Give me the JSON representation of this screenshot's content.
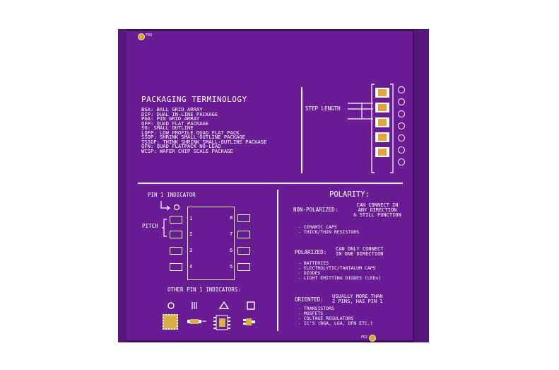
{
  "fiducials": {
    "top": "FD3",
    "bottom": "FD2"
  },
  "packaging": {
    "title": "PACKAGING TERMINOLOGY",
    "lines": [
      "BGA: BALL GRID ARRAY",
      "DIP: DUAL IN-LINE PACKAGE",
      "PGA: PIN GRID ARRAY",
      "QFP: QUAD FLAT PACKAGE",
      "SO: SMALL OUTLINE",
      "LQFP: LOW PROFILE QUAD FLAT PACK",
      "SSOP: SHRINK SMALL-OUTLINE PACKAGE",
      "TSSOP: THINK SHRINK SMALL-OUTLINE PACKAGE",
      "QFN: QUAD FLATPACK NO-LEAD",
      "WCSP: WAFER CHIP SCALE PACKAGE"
    ]
  },
  "step": {
    "label": "STEP LENGTH"
  },
  "ic": {
    "pin1_label": "PIN 1 INDICATOR",
    "pitch_label": "PITCH",
    "left_pins": [
      "1",
      "2",
      "3",
      "4"
    ],
    "right_pins": [
      "8",
      "7",
      "6",
      "5"
    ],
    "other_label": "OTHER PIN 1 INDICATORS:"
  },
  "polarity": {
    "title": "POLARITY:",
    "nonpolarized": {
      "label": "NON-POLARIZED:",
      "desc": [
        "CAN CONNECT IN",
        "ANY DIRECTION",
        "& STILL FUNCTION"
      ],
      "items": [
        "- CERAMIC CAPS",
        "- THICK/THIN RESISTORS"
      ]
    },
    "polarized": {
      "label": "POLARIZED:",
      "desc": [
        "CAN ONLY CONNECT",
        "IN ONE DIRECTION"
      ],
      "items": [
        "- BATTERIES",
        "- ELECTROLYTIC/TANTALUM CAPS",
        "- DIODES",
        "- LIGHT EMITTING DIODES (LEDs)"
      ]
    },
    "oriented": {
      "label": "ORIENTED:",
      "desc": [
        "USUALLY MORE THAN",
        "2 PINS, HAS PIN 1"
      ],
      "items": [
        "- TRANSISTORS",
        "- MOSFETS",
        "- COLTAGE REGULATORS",
        "- IC'S (BGA, LGA, DFN ETC.)"
      ]
    }
  },
  "colors": {
    "board": "#3f0f59",
    "mask": "#6a1c94",
    "silkscreen": "#ffffff",
    "gold": "#d4a83a"
  }
}
